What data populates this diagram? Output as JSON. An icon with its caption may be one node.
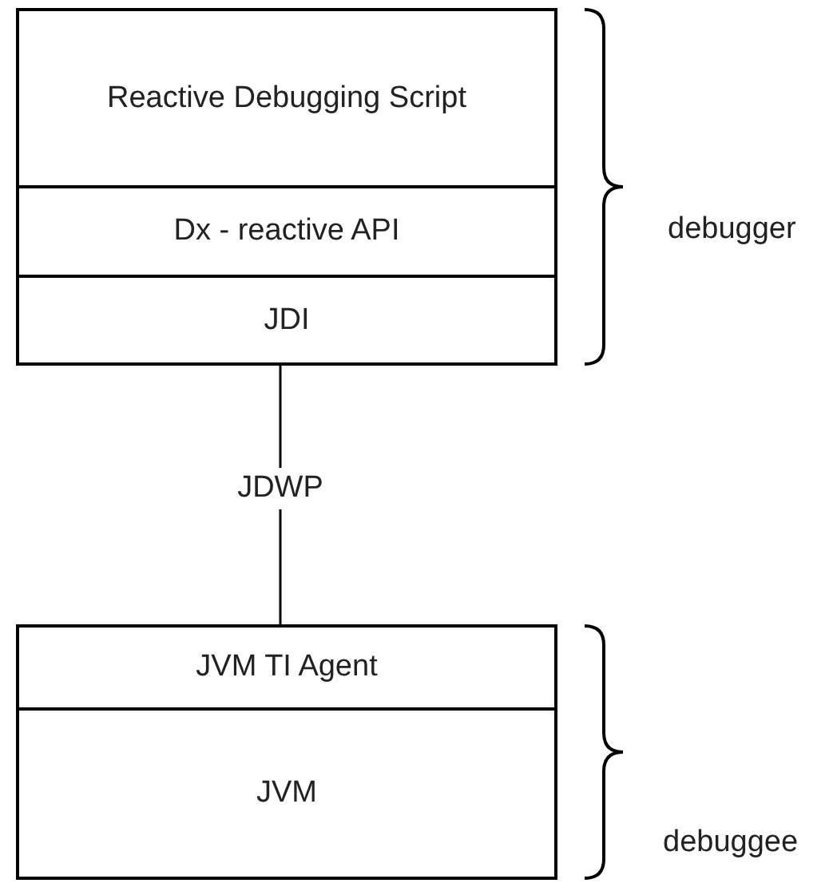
{
  "diagram": {
    "nodes": [
      {
        "text": [
          "Reactive Debugging Script"
        ]
      },
      {
        "text": [
          "Dx - reactive API"
        ]
      },
      {
        "text": [
          "JDI"
        ]
      },
      {
        "text": [
          "JVM TI Agent"
        ]
      },
      {
        "text": [
          "JVM"
        ]
      }
    ],
    "edges": [
      {
        "from": 2,
        "to": 3,
        "arrow": "none",
        "label": "JDWP"
      }
    ],
    "labels": [
      "debugger",
      "debuggee"
    ]
  }
}
